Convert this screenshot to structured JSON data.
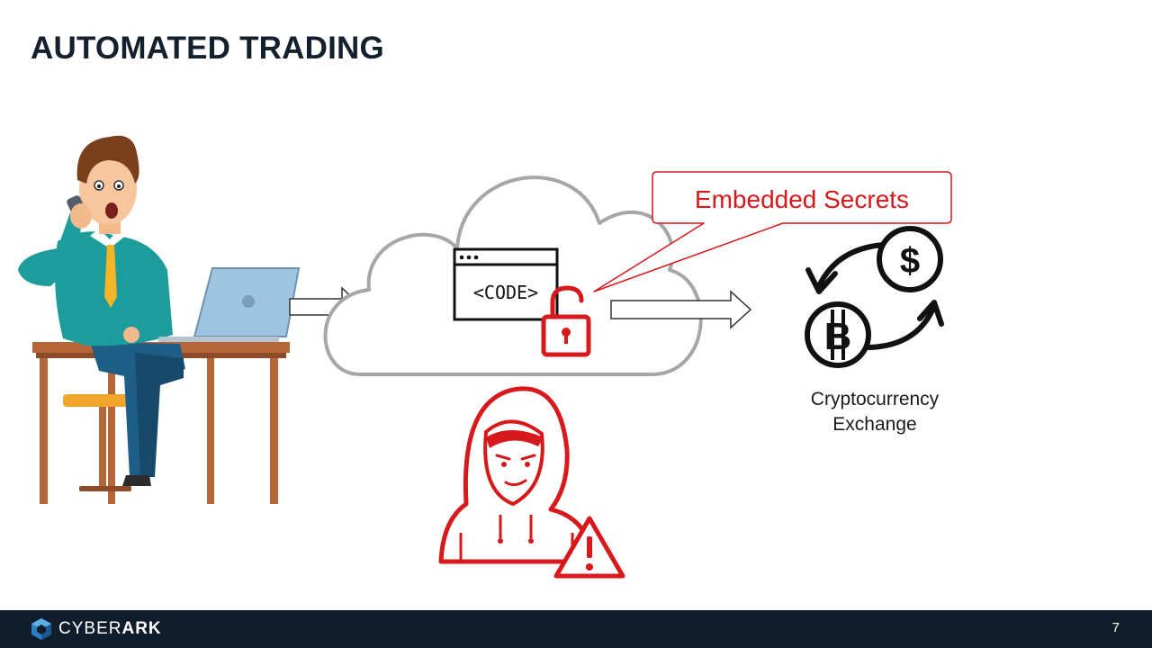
{
  "slide": {
    "title": "AUTOMATED TRADING",
    "page_number": "7"
  },
  "diagram": {
    "code_label": "<CODE>",
    "callout_label": "Embedded Secrets",
    "exchange_label_line1": "Cryptocurrency",
    "exchange_label_line2": "Exchange"
  },
  "footer": {
    "brand_part1": "CYBER",
    "brand_part2": "ARK"
  },
  "colors": {
    "alert_red": "#d7191c",
    "footer_navy": "#121d2b",
    "title_navy": "#13202e",
    "cloud_gray": "#a6a6a6"
  },
  "icons": [
    "developer-illustration",
    "laptop-icon",
    "cloud-icon",
    "code-window-icon",
    "unlocked-padlock-icon",
    "hacker-icon",
    "warning-icon",
    "bitcoin-icon",
    "dollar-icon",
    "exchange-arrows-icon",
    "cyberark-logo"
  ]
}
